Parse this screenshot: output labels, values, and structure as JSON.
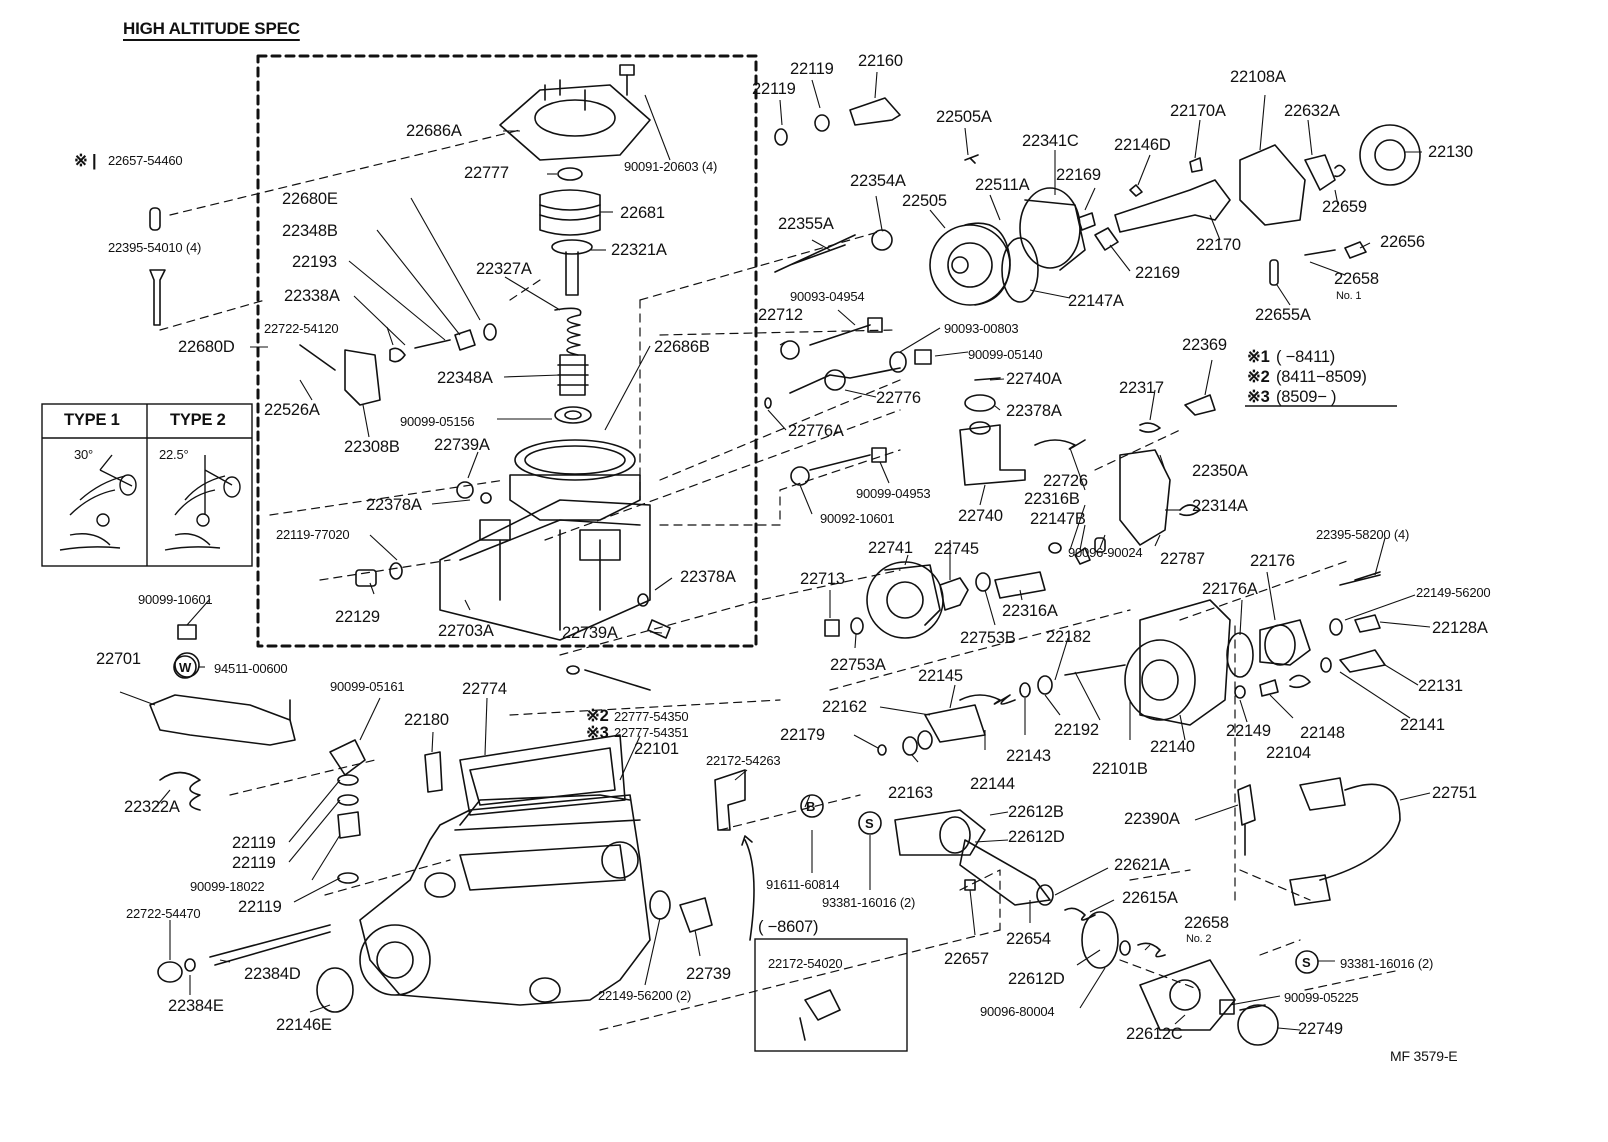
{
  "title": "HIGH  ALTITUDE  SPEC",
  "figure_code": "MF  3579-E",
  "type_box": {
    "type1": "TYPE 1",
    "type2": "TYPE 2",
    "angle1": "30°",
    "angle2": "22.5°"
  },
  "legend": {
    "l1_mark": "※1",
    "l1_range": "(       −8411)",
    "l2_mark": "※2",
    "l2_range": "(8411−8509)",
    "l3_mark": "※3",
    "l3_range": "(8509−       )"
  },
  "inset": {
    "range": "(       −8607)",
    "part": "22172-54020"
  },
  "circle_marks": {
    "b": "B",
    "s": "S",
    "w": "W"
  },
  "parts": [
    {
      "id": "p1",
      "text": "22686A"
    },
    {
      "id": "p2",
      "text": "90091-20603 (4)"
    },
    {
      "id": "p3",
      "text": "22777"
    },
    {
      "id": "p4",
      "text": "22681"
    },
    {
      "id": "p5",
      "text": "22321A"
    },
    {
      "id": "p6",
      "text": "22327A"
    },
    {
      "id": "p7",
      "text": "22680E"
    },
    {
      "id": "p8",
      "text": "22348B"
    },
    {
      "id": "p9",
      "text": "22193"
    },
    {
      "id": "p10",
      "text": "22338A"
    },
    {
      "id": "p11",
      "text": "22722-54120"
    },
    {
      "id": "p12",
      "text": "22680D"
    },
    {
      "id": "p13",
      "text": "22526A"
    },
    {
      "id": "p14",
      "text": "22308B"
    },
    {
      "id": "p15",
      "text": "22348A"
    },
    {
      "id": "p16",
      "text": "90099-05156"
    },
    {
      "id": "p17",
      "text": "22686B"
    },
    {
      "id": "p18",
      "text": "22739A"
    },
    {
      "id": "p19",
      "text": "22378A"
    },
    {
      "id": "p20",
      "text": "22119-77020"
    },
    {
      "id": "p21",
      "text": "22129"
    },
    {
      "id": "p22",
      "text": "22703A"
    },
    {
      "id": "p23",
      "text": "22378A"
    },
    {
      "id": "p24",
      "text": "22739A"
    },
    {
      "id": "p25",
      "text": "22657-54460"
    },
    {
      "id": "p26",
      "text": "22395-54010 (4)"
    },
    {
      "id": "p27",
      "text": "22119"
    },
    {
      "id": "p28",
      "text": "22119"
    },
    {
      "id": "p29",
      "text": "22160"
    },
    {
      "id": "p30",
      "text": "22355A"
    },
    {
      "id": "p31",
      "text": "22354A"
    },
    {
      "id": "p32",
      "text": "22505A"
    },
    {
      "id": "p33",
      "text": "22505"
    },
    {
      "id": "p34",
      "text": "22511A"
    },
    {
      "id": "p35",
      "text": "22341C"
    },
    {
      "id": "p36",
      "text": "22169"
    },
    {
      "id": "p37",
      "text": "22146D"
    },
    {
      "id": "p38",
      "text": "22170A"
    },
    {
      "id": "p39",
      "text": "22108A"
    },
    {
      "id": "p40",
      "text": "22632A"
    },
    {
      "id": "p41",
      "text": "22130"
    },
    {
      "id": "p42",
      "text": "22659"
    },
    {
      "id": "p43",
      "text": "22170"
    },
    {
      "id": "p44",
      "text": "22169"
    },
    {
      "id": "p45",
      "text": "22147A"
    },
    {
      "id": "p46",
      "text": "22656"
    },
    {
      "id": "p47",
      "text": "22658"
    },
    {
      "id": "p48",
      "text": "No. 1"
    },
    {
      "id": "p49",
      "text": "22655A"
    },
    {
      "id": "p50",
      "text": "90093-04954"
    },
    {
      "id": "p51",
      "text": "22712"
    },
    {
      "id": "p52",
      "text": "90093-00803"
    },
    {
      "id": "p53",
      "text": "90099-05140"
    },
    {
      "id": "p54",
      "text": "22776"
    },
    {
      "id": "p55",
      "text": "22740A"
    },
    {
      "id": "p56",
      "text": "22378A"
    },
    {
      "id": "p57",
      "text": "22776A"
    },
    {
      "id": "p58",
      "text": "22369"
    },
    {
      "id": "p59",
      "text": "22317"
    },
    {
      "id": "p60",
      "text": "90099-04953"
    },
    {
      "id": "p61",
      "text": "90092-10601"
    },
    {
      "id": "p62",
      "text": "22740"
    },
    {
      "id": "p63",
      "text": "22726"
    },
    {
      "id": "p64",
      "text": "22316B"
    },
    {
      "id": "p65",
      "text": "22147B"
    },
    {
      "id": "p66",
      "text": "22350A"
    },
    {
      "id": "p67",
      "text": "22314A"
    },
    {
      "id": "p68",
      "text": "90096-90024"
    },
    {
      "id": "p69",
      "text": "22787"
    },
    {
      "id": "p70",
      "text": "22741"
    },
    {
      "id": "p71",
      "text": "22745"
    },
    {
      "id": "p72",
      "text": "22713"
    },
    {
      "id": "p73",
      "text": "22753B"
    },
    {
      "id": "p74",
      "text": "22316A"
    },
    {
      "id": "p75",
      "text": "22753A"
    },
    {
      "id": "p76",
      "text": "22395-58200 (4)"
    },
    {
      "id": "p77",
      "text": "22176"
    },
    {
      "id": "p78",
      "text": "22176A"
    },
    {
      "id": "p79",
      "text": "22149-56200"
    },
    {
      "id": "p80",
      "text": "22128A"
    },
    {
      "id": "p81",
      "text": "22182"
    },
    {
      "id": "p82",
      "text": "22145"
    },
    {
      "id": "p83",
      "text": "22162"
    },
    {
      "id": "p84",
      "text": "22179"
    },
    {
      "id": "p85",
      "text": "22163"
    },
    {
      "id": "p86",
      "text": "22144"
    },
    {
      "id": "p87",
      "text": "22143"
    },
    {
      "id": "p88",
      "text": "22192"
    },
    {
      "id": "p89",
      "text": "22101B"
    },
    {
      "id": "p90",
      "text": "22140"
    },
    {
      "id": "p91",
      "text": "22149"
    },
    {
      "id": "p92",
      "text": "22104"
    },
    {
      "id": "p93",
      "text": "22148"
    },
    {
      "id": "p94",
      "text": "22131"
    },
    {
      "id": "p95",
      "text": "22141"
    },
    {
      "id": "p96",
      "text": "22751"
    },
    {
      "id": "p97",
      "text": "22390A"
    },
    {
      "id": "p98",
      "text": "90099-10601"
    },
    {
      "id": "p99",
      "text": "94511-00600"
    },
    {
      "id": "p100",
      "text": "22701"
    },
    {
      "id": "p101",
      "text": "22322A"
    },
    {
      "id": "p102",
      "text": "90099-05161"
    },
    {
      "id": "p103",
      "text": "22774"
    },
    {
      "id": "p104",
      "text": "22180"
    },
    {
      "id": "p105",
      "text": "22777-54350"
    },
    {
      "id": "p106",
      "text": "22777-54351"
    },
    {
      "id": "p107",
      "text": "22101"
    },
    {
      "id": "p108",
      "text": "22119"
    },
    {
      "id": "p109",
      "text": "22119"
    },
    {
      "id": "p110",
      "text": "90099-18022"
    },
    {
      "id": "p111",
      "text": "22119"
    },
    {
      "id": "p112",
      "text": "22722-54470"
    },
    {
      "id": "p113",
      "text": "22384D"
    },
    {
      "id": "p114",
      "text": "22384E"
    },
    {
      "id": "p115",
      "text": "22146E"
    },
    {
      "id": "p116",
      "text": "22149-56200 (2)"
    },
    {
      "id": "p117",
      "text": "22739"
    },
    {
      "id": "p118",
      "text": "22172-54263"
    },
    {
      "id": "p119",
      "text": "91611-60814"
    },
    {
      "id": "p120",
      "text": "93381-16016 (2)"
    },
    {
      "id": "p121",
      "text": "22612B"
    },
    {
      "id": "p122",
      "text": "22612D"
    },
    {
      "id": "p123",
      "text": "22621A"
    },
    {
      "id": "p124",
      "text": "22615A"
    },
    {
      "id": "p125",
      "text": "22658"
    },
    {
      "id": "p126",
      "text": "No. 2"
    },
    {
      "id": "p127",
      "text": "22657"
    },
    {
      "id": "p128",
      "text": "22654"
    },
    {
      "id": "p129",
      "text": "22612D"
    },
    {
      "id": "p130",
      "text": "90096-80004"
    },
    {
      "id": "p131",
      "text": "93381-16016 (2)"
    },
    {
      "id": "p132",
      "text": "90099-05225"
    },
    {
      "id": "p133",
      "text": "22749"
    },
    {
      "id": "p134",
      "text": "22612C"
    }
  ]
}
